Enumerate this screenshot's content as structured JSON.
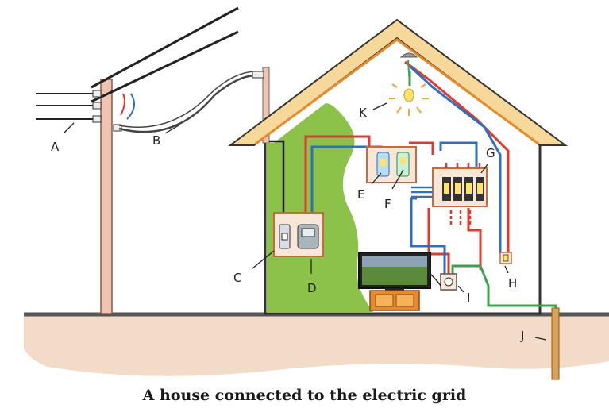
{
  "caption": "A house connected to the electric grid",
  "labels": {
    "A": "A",
    "B": "B",
    "C": "C",
    "D": "D",
    "E": "E",
    "F": "F",
    "G": "G",
    "H": "H",
    "I": "I",
    "J": "J",
    "K": "K"
  },
  "colors": {
    "live": "#e03a2f",
    "neutral": "#2f6fc0",
    "earth": "#3aa24a",
    "roof": "#f6d99a",
    "roof_edge": "#e98a2a",
    "wall_green": "#8cc24a",
    "ground": "#f3dcc7",
    "box": "#f8e6d8",
    "box_edge": "#c76b3a",
    "pole": "#f1c4b2"
  }
}
